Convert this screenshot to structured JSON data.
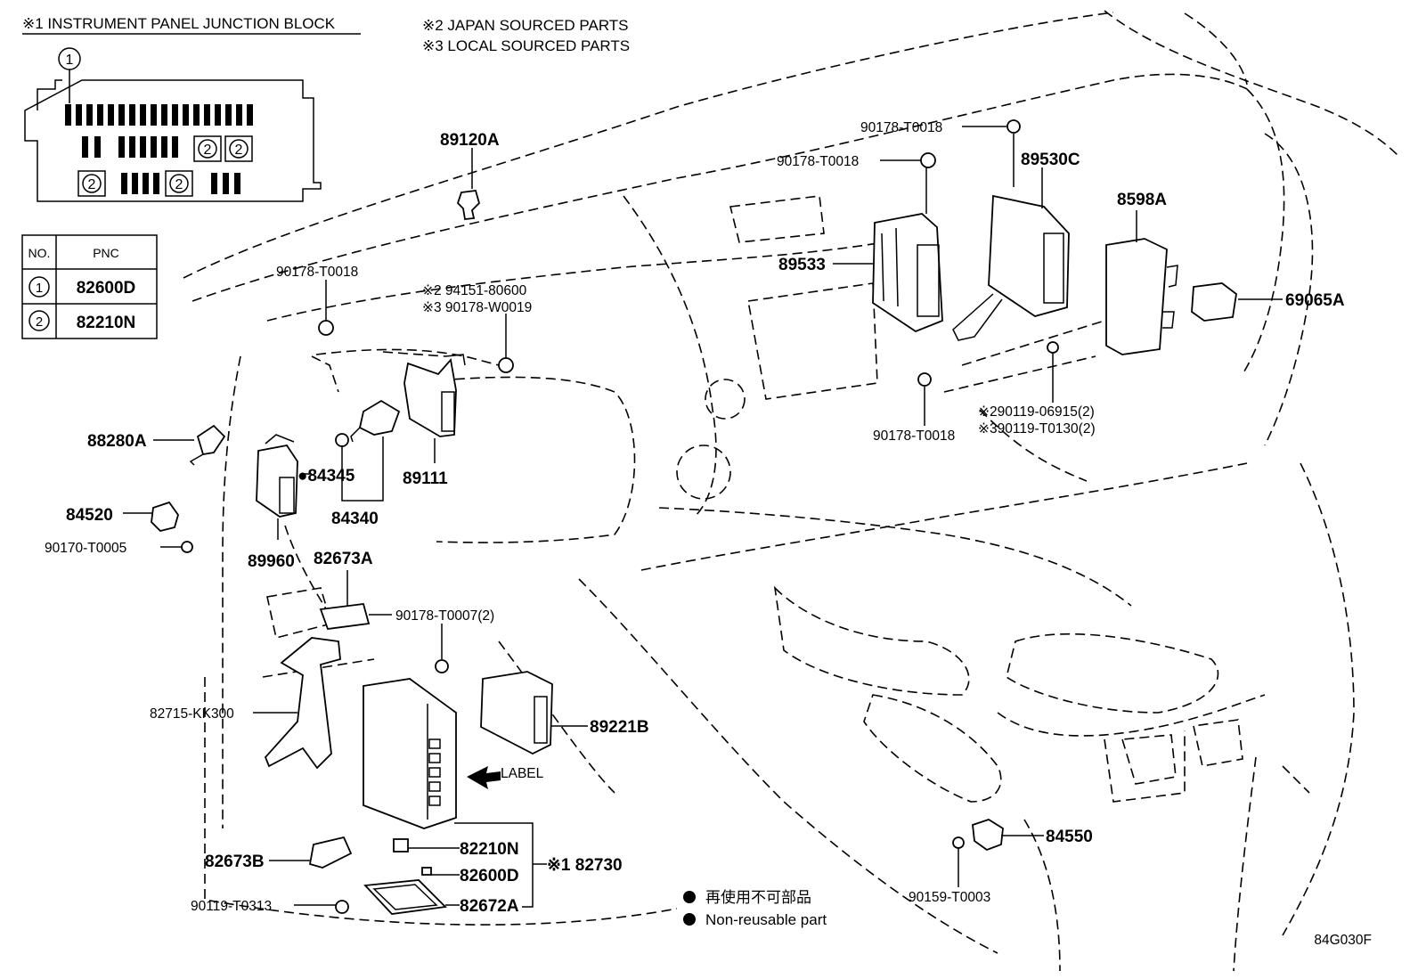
{
  "notes": {
    "note1": "※1 INSTRUMENT PANEL JUNCTION BLOCK",
    "note2": "※2 JAPAN SOURCED PARTS",
    "note3": "※3 LOCAL SOURCED PARTS"
  },
  "junction_block": {
    "callout1": "1",
    "callout2": "2"
  },
  "pnc_table": {
    "header_no": "NO.",
    "header_pnc": "PNC",
    "rows": [
      {
        "no": "1",
        "pnc": "82600D"
      },
      {
        "no": "2",
        "pnc": "82210N"
      }
    ]
  },
  "labels": {
    "p89120A": "89120A",
    "p90178_T0018_a": "90178-T0018",
    "p90178_T0018_b": "90178-T0018",
    "p90178_T0018_c": "90178-T0018",
    "p90178_T0018_d": "90178-T0018",
    "p89530C": "89530C",
    "p89533": "89533",
    "p8598A": "8598A",
    "p69065A": "69065A",
    "p94151_80600": "※2 94151-80600",
    "p90178_W0019": "※3 90178-W0019",
    "p90119_06915": "※290119-06915(2)",
    "p90119_T0130": "※390119-T0130(2)",
    "p88280A": "88280A",
    "p84345": "●84345",
    "p89111": "89111",
    "p84340": "84340",
    "p84520": "84520",
    "p90170_T0005": "90170-T0005",
    "p89960": "89960",
    "p82673A": "82673A",
    "p90178_T0007": "90178-T0007(2)",
    "p82715_KK300": "82715-KK300",
    "p89221B": "89221B",
    "label_arrow": "LABEL",
    "p82210N": "82210N",
    "p82600D": "82600D",
    "p82672A": "82672A",
    "p82730": "※1 82730",
    "p82673B": "82673B",
    "p90119_T0313": "90119-T0313",
    "p84550": "84550",
    "p90159_T0003": "90159-T0003"
  },
  "legend": {
    "jp": "再使用不可部品",
    "en": "Non-reusable part"
  },
  "figure_id": "84G030F"
}
